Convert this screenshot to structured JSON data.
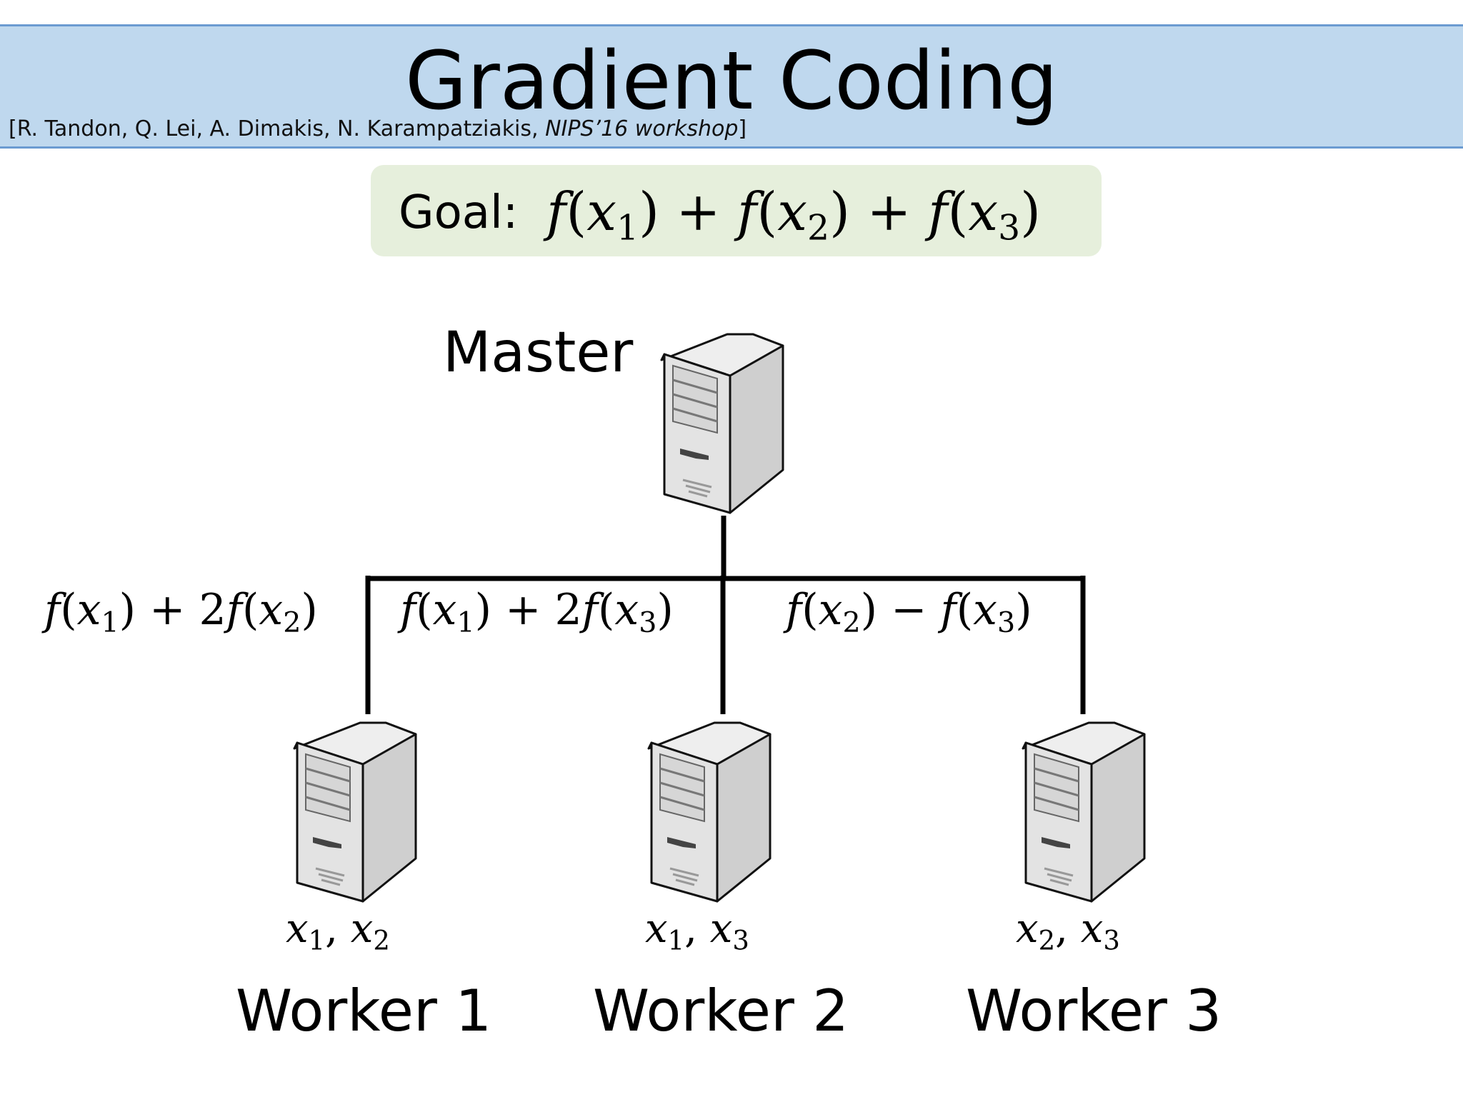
{
  "header": {
    "title": "Gradient Coding",
    "citation_authors": "[R. Tandon, Q. Lei, A. Dimakis, N. Karampatziakis, ",
    "citation_venue": "NIPS’16 workshop",
    "citation_close": "]"
  },
  "goal": {
    "label": "Goal:",
    "terms": [
      {
        "fn": "f",
        "var": "x",
        "sub": "1"
      },
      {
        "fn": "f",
        "var": "x",
        "sub": "2"
      },
      {
        "fn": "f",
        "var": "x",
        "sub": "3"
      }
    ],
    "operator": "+"
  },
  "master": {
    "name": "Master"
  },
  "edges": [
    {
      "a": {
        "fn": "f",
        "var": "x",
        "sub": "1"
      },
      "op": "+",
      "coef": "2",
      "b": {
        "fn": "f",
        "var": "x",
        "sub": "2"
      }
    },
    {
      "a": {
        "fn": "f",
        "var": "x",
        "sub": "1"
      },
      "op": "+",
      "coef": "2",
      "b": {
        "fn": "f",
        "var": "x",
        "sub": "3"
      }
    },
    {
      "a": {
        "fn": "f",
        "var": "x",
        "sub": "2"
      },
      "op": "−",
      "coef": "",
      "b": {
        "fn": "f",
        "var": "x",
        "sub": "3"
      }
    }
  ],
  "workers": [
    {
      "name": "Worker 1",
      "data": [
        {
          "var": "x",
          "sub": "1"
        },
        {
          "var": "x",
          "sub": "2"
        }
      ]
    },
    {
      "name": "Worker 2",
      "data": [
        {
          "var": "x",
          "sub": "1"
        },
        {
          "var": "x",
          "sub": "3"
        }
      ]
    },
    {
      "name": "Worker 3",
      "data": [
        {
          "var": "x",
          "sub": "2"
        },
        {
          "var": "x",
          "sub": "3"
        }
      ]
    }
  ],
  "colors": {
    "title_bar": "#bfd8ee",
    "title_border": "#6b9bd1",
    "goal_box": "#e6efdc",
    "connector": "#000000",
    "server_body": "#d9d9d9"
  }
}
